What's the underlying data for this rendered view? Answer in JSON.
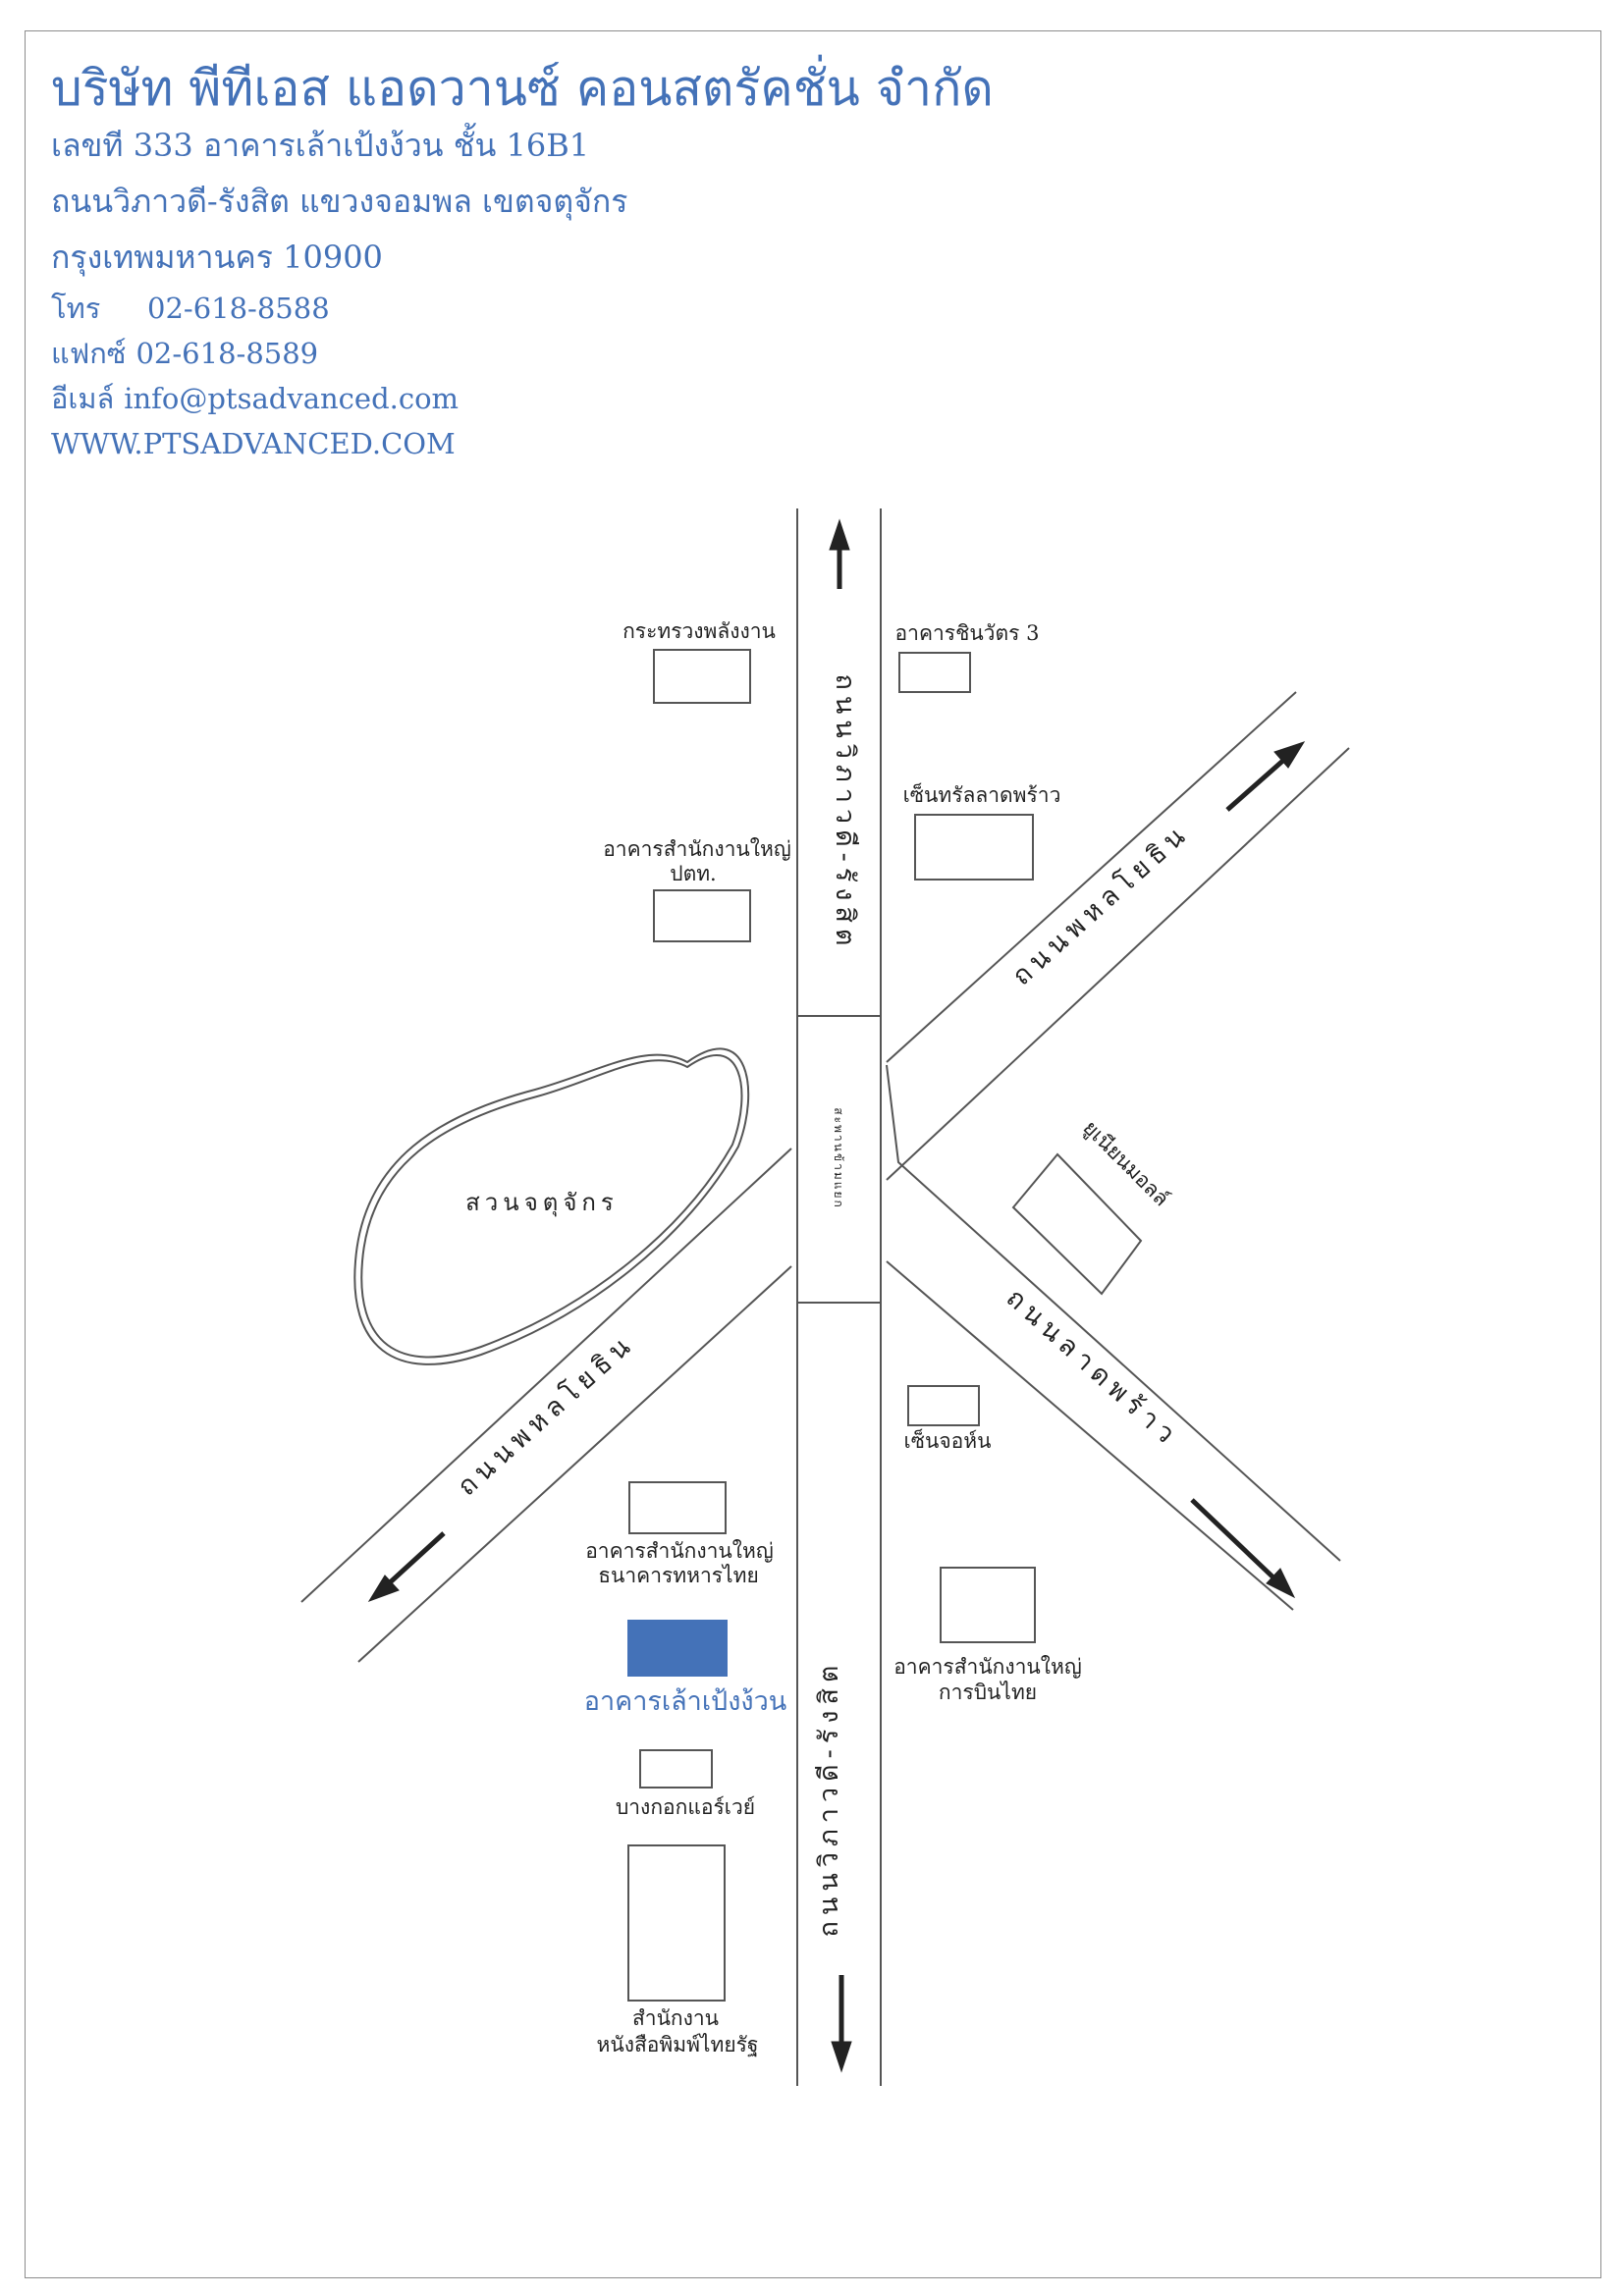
{
  "header": {
    "company": "บริษัท พีทีเอส แอดวานซ์ คอนสตรัคชั่น จำกัด",
    "address_line1": "เลขที 333  อาคารเล้าเป้งง้วน  ชั้น 16B1",
    "address_line2": "ถนนวิภาวดี-รังสิต แขวงจอมพล เขตจตุจักร",
    "address_line3": "กรุงเทพมหานคร 10900",
    "phone_label": "โทร",
    "phone": "02-618-8588",
    "fax_label": "แฟกซ์",
    "fax": "02-618-8589",
    "email_label": "อีเมล์",
    "email": "info@ptsadvanced.com",
    "website": "WWW.PTSADVANCED.COM"
  },
  "map": {
    "roads": {
      "vibhavadi_north": "ถนนวิภาวดี-รังสิต",
      "vibhavadi_south": "ถนนวิภาวดี-รังสิต",
      "phahon_ne": "ถนนพหลโยธิน",
      "phahon_sw": "ถนนพหลโยธิน",
      "ladprao": "ถนนลาดพร้าว",
      "overpass": "สะพานข้ามแยก"
    },
    "park": "สวนจตุจักร",
    "landmarks": {
      "energy_ministry": "กระทรวงพลังงาน",
      "shinawatra3": "อาคารชินวัตร 3",
      "central_ladprao": "เซ็นทรัลลาดพร้าว",
      "ptt_hq_1": "อาคารสำนักงานใหญ่",
      "ptt_hq_2": "ปตท.",
      "union_mall": "ยูเนียนมอลล์",
      "central_jorhor": "เซ็นจอห์น",
      "tmb_hq_1": "อาคารสำนักงานใหญ่",
      "tmb_hq_2": "ธนาคารทหารไทย",
      "thai_hq_1": "อาคารสำนักงานใหญ่",
      "thai_hq_2": "การบินไทย",
      "target": "อาคารเล้าเป้งง้วน",
      "bangkok_airways": "บางกอกแอร์เวย์",
      "thairath_1": "สำนักงาน",
      "thairath_2": "หนังสือพิมพ์ไทยรัฐ"
    },
    "colors": {
      "accent": "#4472b8",
      "road_line": "#555555",
      "text": "#222222"
    }
  }
}
